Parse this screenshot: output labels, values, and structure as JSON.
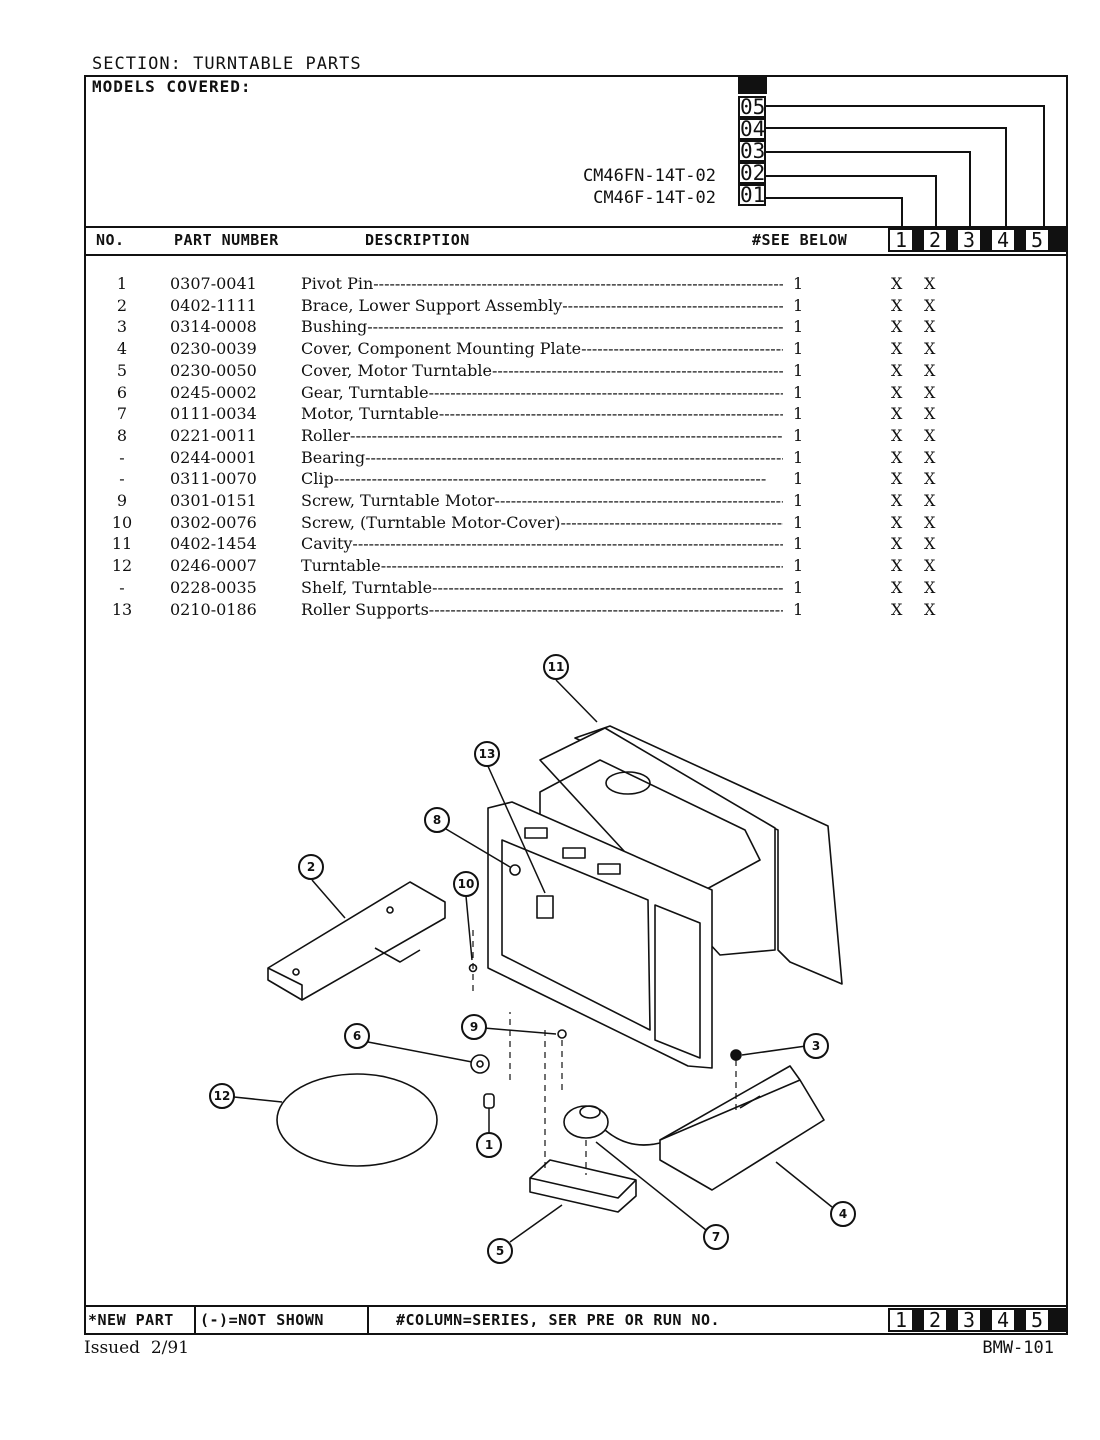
{
  "header": {
    "section_title": "SECTION: TURNTABLE PARTS",
    "models_covered_label": "MODELS COVERED:",
    "models": [
      "CM46FN-14T-02",
      "CM46F-14T-02"
    ],
    "series_labels": [
      "05",
      "04",
      "03",
      "02",
      "01"
    ]
  },
  "table": {
    "columns": {
      "no": "NO.",
      "part_number": "PART NUMBER",
      "description": "DESCRIPTION",
      "see_below": "#SEE BELOW"
    },
    "column_numbers": [
      "1",
      "2",
      "3",
      "4",
      "5"
    ],
    "rows": [
      {
        "no": "1",
        "part": "0307-0041",
        "desc": "Pivot Pin",
        "qty": "1",
        "c1": "X",
        "c2": "X"
      },
      {
        "no": "2",
        "part": "0402-1111",
        "desc": "Brace, Lower Support Assembly",
        "qty": "1",
        "c1": "X",
        "c2": "X"
      },
      {
        "no": "3",
        "part": "0314-0008",
        "desc": "Bushing",
        "qty": "1",
        "c1": "X",
        "c2": "X"
      },
      {
        "no": "4",
        "part": "0230-0039",
        "desc": "Cover, Component Mounting Plate",
        "qty": "1",
        "c1": "X",
        "c2": "X"
      },
      {
        "no": "5",
        "part": "0230-0050",
        "desc": "Cover, Motor Turntable",
        "qty": "1",
        "c1": "X",
        "c2": "X"
      },
      {
        "no": "6",
        "part": "0245-0002",
        "desc": "Gear, Turntable",
        "qty": "1",
        "c1": "X",
        "c2": "X"
      },
      {
        "no": "7",
        "part": "0111-0034",
        "desc": "Motor, Turntable",
        "qty": "1",
        "c1": "X",
        "c2": "X"
      },
      {
        "no": "8",
        "part": "0221-0011",
        "desc": "Roller",
        "qty": "1",
        "c1": "X",
        "c2": "X"
      },
      {
        "no": "-",
        "part": "0244-0001",
        "desc": "Bearing",
        "qty": "1",
        "c1": "X",
        "c2": "X"
      },
      {
        "no": "-",
        "part": "0311-0070",
        "desc": "Clip",
        "qty": "1",
        "c1": "X",
        "c2": "X"
      },
      {
        "no": "9",
        "part": "0301-0151",
        "desc": "Screw, Turntable Motor",
        "qty": "1",
        "c1": "X",
        "c2": "X"
      },
      {
        "no": "10",
        "part": "0302-0076",
        "desc": "Screw, (Turntable Motor-Cover)",
        "qty": "1",
        "c1": "X",
        "c2": "X"
      },
      {
        "no": "11",
        "part": "0402-1454",
        "desc": "Cavity",
        "qty": "1",
        "c1": "X",
        "c2": "X"
      },
      {
        "no": "12",
        "part": "0246-0007",
        "desc": "Turntable",
        "qty": "1",
        "c1": "X",
        "c2": "X"
      },
      {
        "no": "-",
        "part": "0228-0035",
        "desc": "Shelf, Turntable",
        "qty": "1",
        "c1": "X",
        "c2": "X"
      },
      {
        "no": "13",
        "part": "0210-0186",
        "desc": "Roller Supports",
        "qty": "1",
        "c1": "X",
        "c2": "X"
      }
    ]
  },
  "diagram": {
    "callouts": [
      "11",
      "13",
      "8",
      "2",
      "10",
      "9",
      "6",
      "3",
      "12",
      "1",
      "5",
      "7",
      "4"
    ]
  },
  "footer": {
    "new_part": "*NEW PART",
    "not_shown": "(-)=NOT SHOWN",
    "column_note": "#COLUMN=SERIES, SER PRE OR RUN NO.",
    "column_numbers": [
      "1",
      "2",
      "3",
      "4",
      "5"
    ],
    "issued": "Issued  2/91",
    "code": "BMW-101"
  }
}
